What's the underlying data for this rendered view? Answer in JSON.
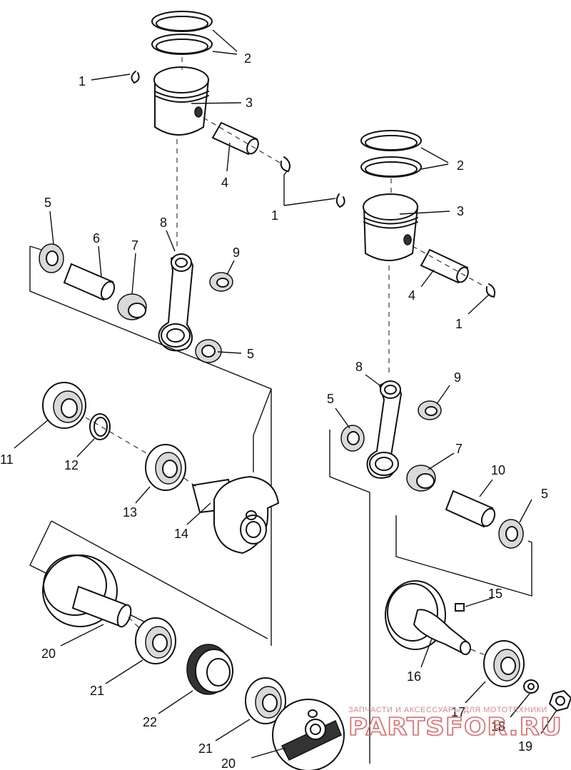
{
  "callouts": {
    "c1": "1",
    "c2": "2",
    "c3": "3",
    "c4": "4",
    "c5": "5",
    "c6": "6",
    "c7": "7",
    "c8": "8",
    "c9": "9",
    "c10": "10",
    "c11": "11",
    "c12": "12",
    "c13": "13",
    "c14": "14",
    "c15": "15",
    "c16": "16",
    "c17": "17",
    "c18": "18",
    "c19": "19",
    "c20": "20",
    "c21": "21",
    "c22": "22"
  },
  "watermark": {
    "line1": "ЗАПЧАСТИ И АКСЕССУАРЫ ДЛЯ МОТОТЕХНИКИ",
    "line2": "PARTSFOR.RU"
  }
}
